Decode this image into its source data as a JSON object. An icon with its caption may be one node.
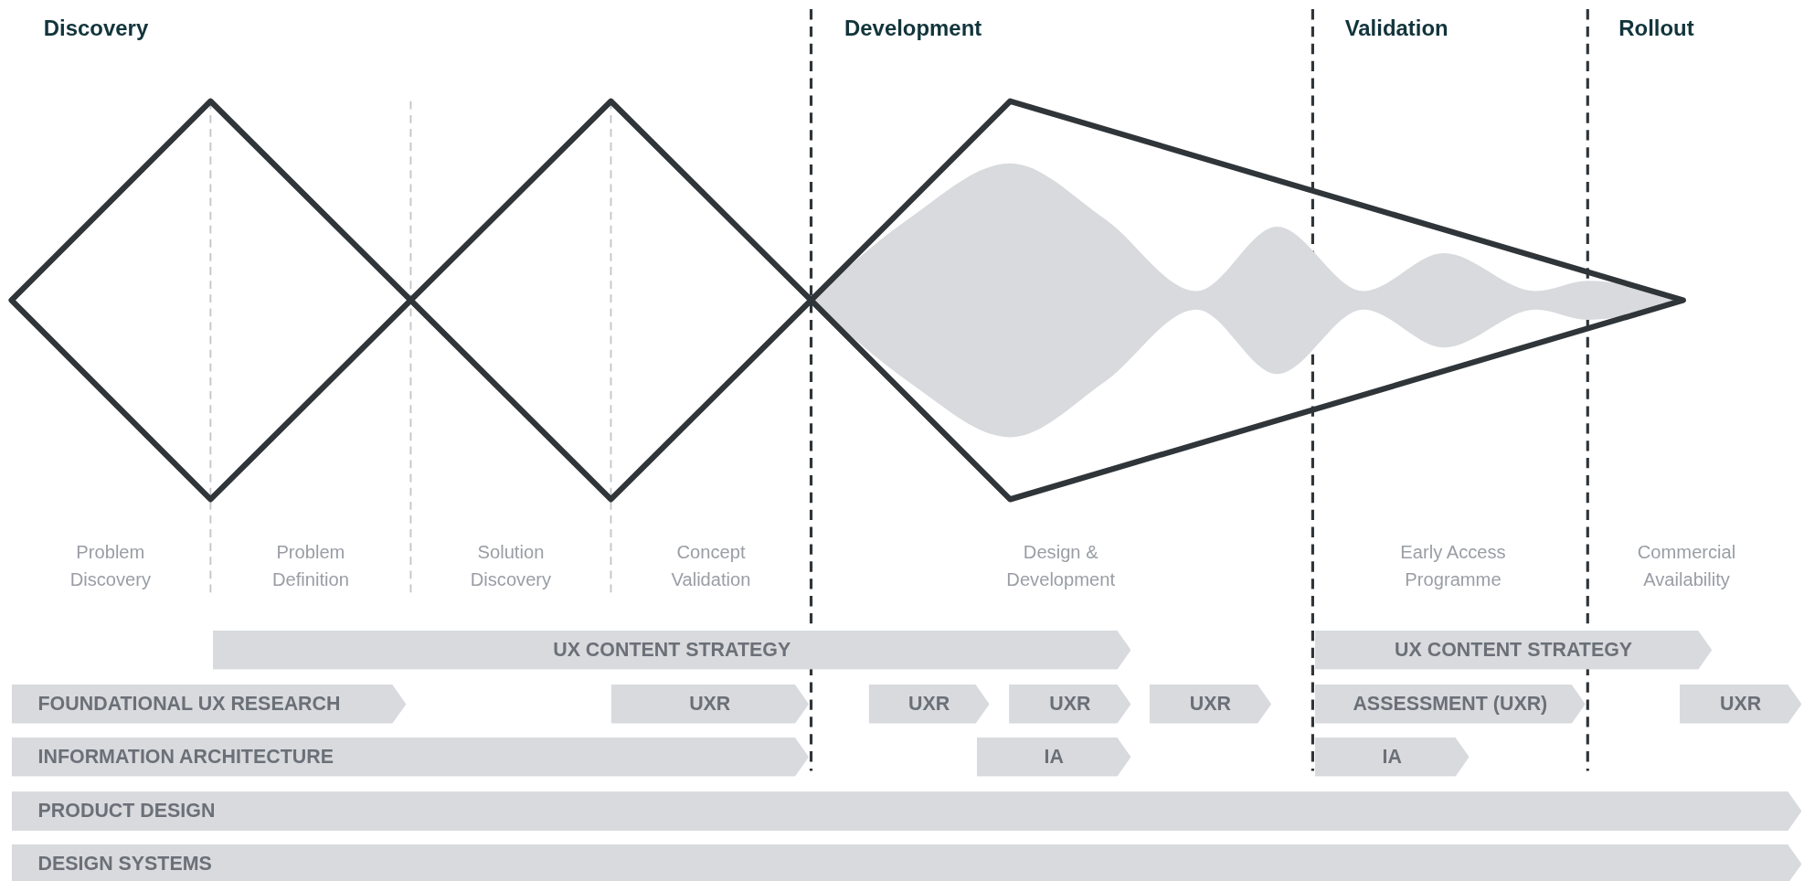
{
  "diagram": {
    "nodes": [
      {
        "text": [
          "UX CONTENT STRATEGY"
        ]
      },
      {
        "text": [
          "UX CONTENT STRATEGY"
        ]
      },
      {
        "text": [
          "FOUNDATIONAL UX RESEARCH"
        ]
      },
      {
        "text": [
          "UXR"
        ]
      },
      {
        "text": [
          "UXR"
        ]
      },
      {
        "text": [
          "UXR"
        ]
      },
      {
        "text": [
          "UXR"
        ]
      },
      {
        "text": [
          "ASSESSMENT (UXR)"
        ]
      },
      {
        "text": [
          "UXR"
        ]
      },
      {
        "text": [
          "INFORMATION ARCHITECTURE"
        ]
      },
      {
        "text": [
          "IA"
        ]
      },
      {
        "text": [
          "IA"
        ]
      },
      {
        "text": [
          "PRODUCT DESIGN"
        ]
      },
      {
        "text": [
          "DESIGN SYSTEMS"
        ]
      }
    ],
    "labels": [
      "Discovery",
      "Development",
      "Validation",
      "Rollout",
      "Problem Discovery",
      "Problem Definition",
      "Solution Discovery",
      "Concept Validation",
      "Design & Development",
      "Early Access Programme",
      "Commercial Availability"
    ]
  }
}
